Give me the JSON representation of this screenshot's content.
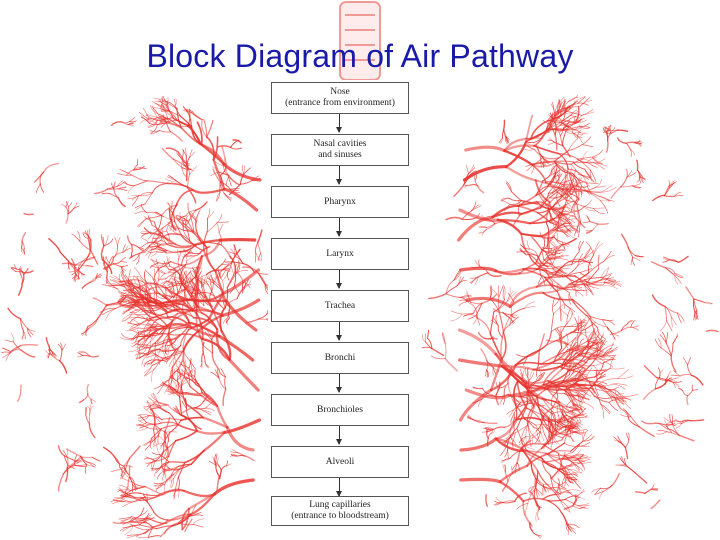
{
  "title": "Block Diagram of Air Pathway",
  "colors": {
    "title": "#1a1aa8",
    "vessels": "#e8342f"
  },
  "pathway": [
    {
      "label": "Nose\n(entrance from environment)"
    },
    {
      "label": "Nasal cavities\nand sinuses"
    },
    {
      "label": "Pharynx"
    },
    {
      "label": "Larynx"
    },
    {
      "label": "Trachea"
    },
    {
      "label": "Bronchi"
    },
    {
      "label": "Bronchioles"
    },
    {
      "label": "Alveoli"
    },
    {
      "label": "Lung capillaries\n(entrance to bloodstream)"
    }
  ]
}
